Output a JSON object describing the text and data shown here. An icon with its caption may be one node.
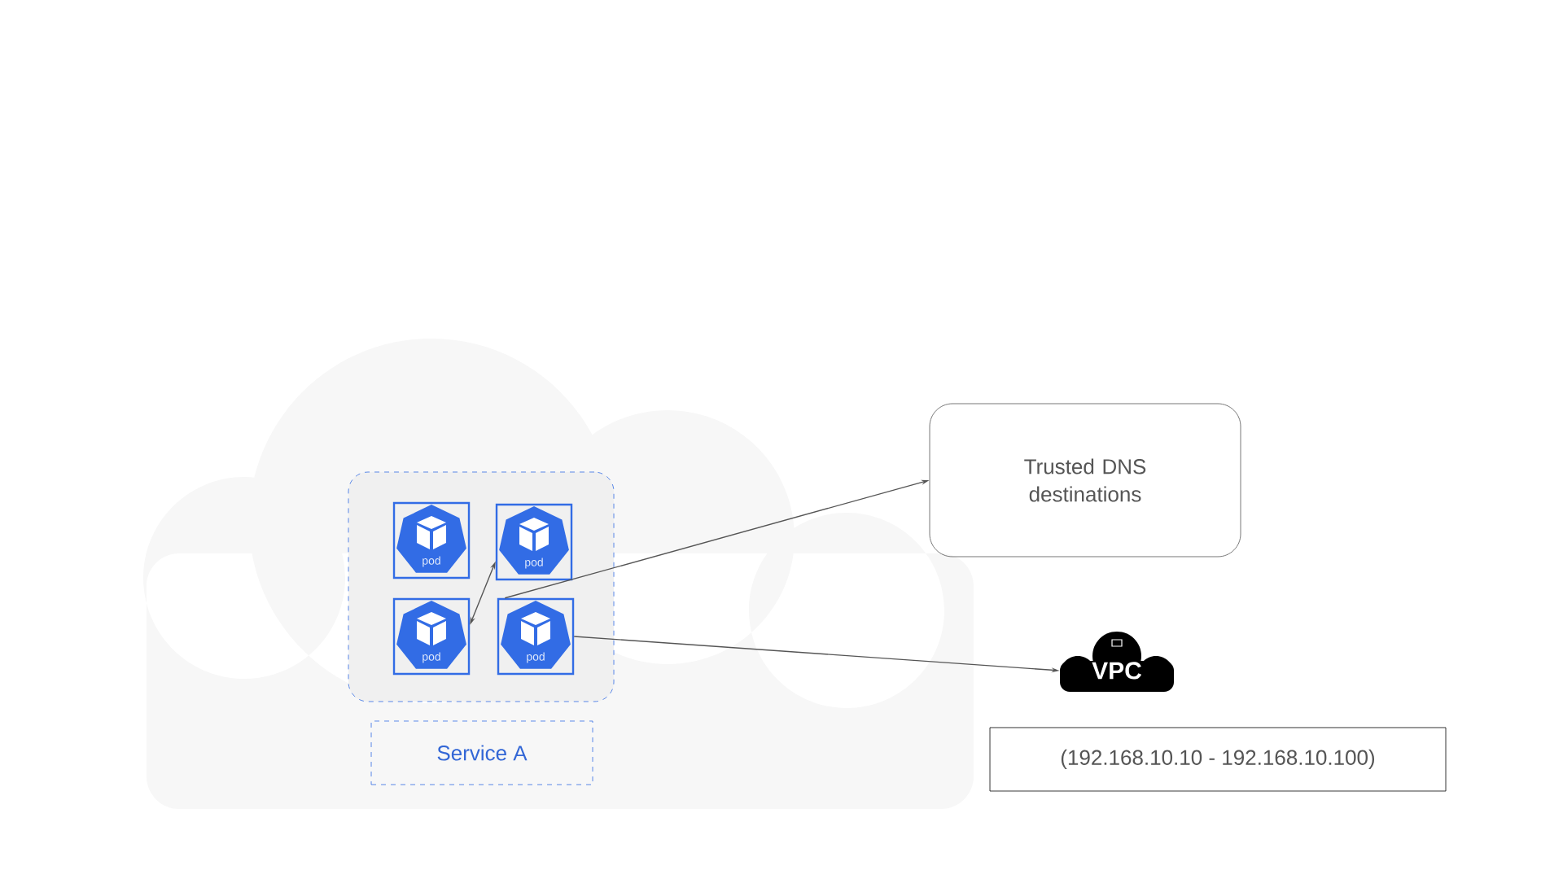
{
  "diagram": {
    "nodes": [
      {
        "text": [],
        "shape": "box"
      },
      {
        "text": [
          "pod"
        ],
        "in": 0
      },
      {
        "text": [
          "pod"
        ],
        "in": 0
      },
      {
        "text": [
          "pod"
        ],
        "in": 0
      },
      {
        "text": [
          "pod"
        ],
        "in": 0
      },
      {
        "text": [
          "Service A"
        ]
      },
      {
        "text": [
          "Trusted DNS destinations"
        ]
      },
      {
        "text": [
          "VPC"
        ]
      },
      {
        "text": [
          "(192.168.10.10 - 192.168.10.100)"
        ]
      }
    ],
    "edges": [
      {
        "from": 3,
        "to": 2,
        "arrow": "both"
      },
      {
        "from": 4,
        "to": 6,
        "arrow": "to"
      },
      {
        "from": 4,
        "to": 7,
        "arrow": "to"
      }
    ]
  }
}
